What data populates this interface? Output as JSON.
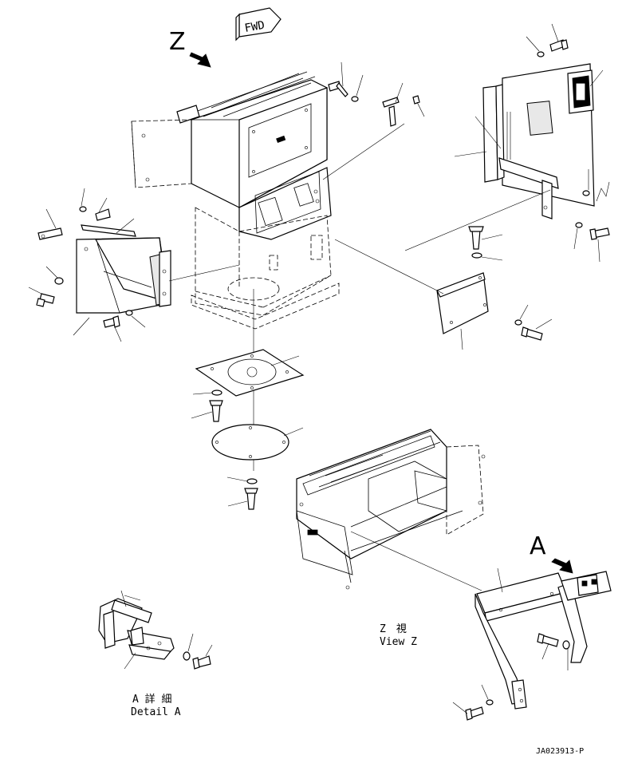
{
  "fwd_label": "FWD",
  "view_letter_z": "Z",
  "view_letter_a": "A",
  "view_z_caption_jp": "Z　視",
  "view_z_caption_en": "View Z",
  "detail_a_caption_jp": "A 詳 細",
  "detail_a_caption_en": "Detail A",
  "drawing_number": "JA023913-P"
}
